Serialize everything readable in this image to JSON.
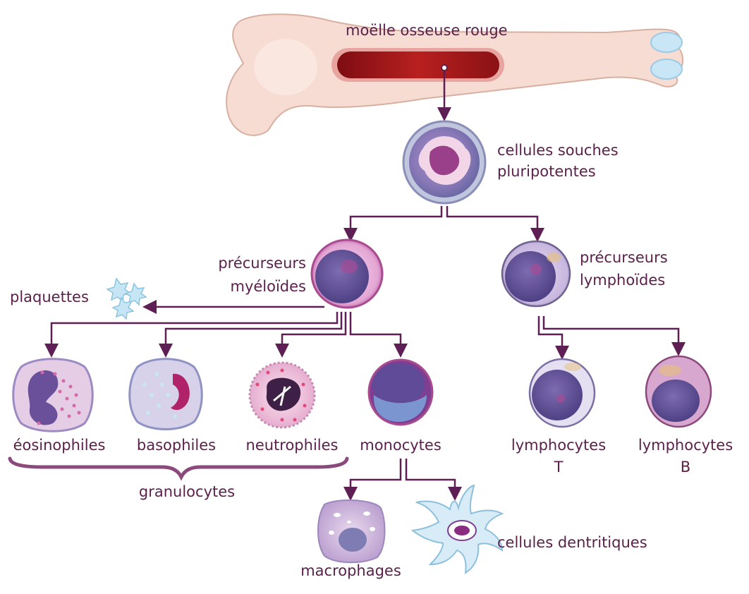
{
  "labels": {
    "bone_marrow": "moëlle osseuse rouge",
    "stem_cells_1": "cellules souches",
    "stem_cells_2": "pluripotentes",
    "myeloid_1": "précurseurs",
    "myeloid_2": "myéloïdes",
    "lymphoid_1": "précurseurs",
    "lymphoid_2": "lymphoïdes",
    "platelets": "plaquettes",
    "eosinophils": "éosinophiles",
    "basophils": "basophiles",
    "neutrophils": "neutrophiles",
    "monocytes": "monocytes",
    "t_lymph_1": "lymphocytes",
    "t_lymph_2": "T",
    "b_lymph_1": "lymphocytes",
    "b_lymph_2": "B",
    "granulocytes": "granulocytes",
    "macrophages": "macrophages",
    "dendritic": "cellules dentritiques"
  },
  "colors": {
    "text": "#5a1f4a",
    "arrow": "#5e1f54",
    "bone": "#f6dcd2",
    "bone_outline": "#d8b0a2",
    "marrow": "#a01818",
    "cell_nucleus": "#6a4f9a",
    "cell_membrane": "#c27fb5",
    "platelet": "#bfe3f2"
  }
}
